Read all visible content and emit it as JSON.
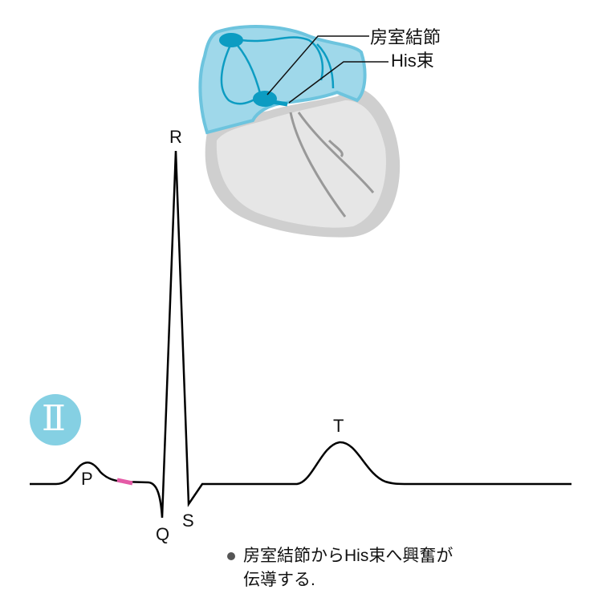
{
  "lead_badge": "Ⅱ",
  "heart_labels": {
    "av_node": "房室結節",
    "his_bundle": "His束"
  },
  "waves": {
    "p": "P",
    "q": "Q",
    "r": "R",
    "s": "S",
    "t": "T"
  },
  "caption": {
    "line1": "房室結節からHis束へ興奮が",
    "line2": "伝導する."
  },
  "colors": {
    "badge": "#85d0e3",
    "atria": "#9fd8ea",
    "node": "#0c9cc2",
    "ventricle": "#d9d9d9",
    "highlight": "#e45aa6"
  }
}
